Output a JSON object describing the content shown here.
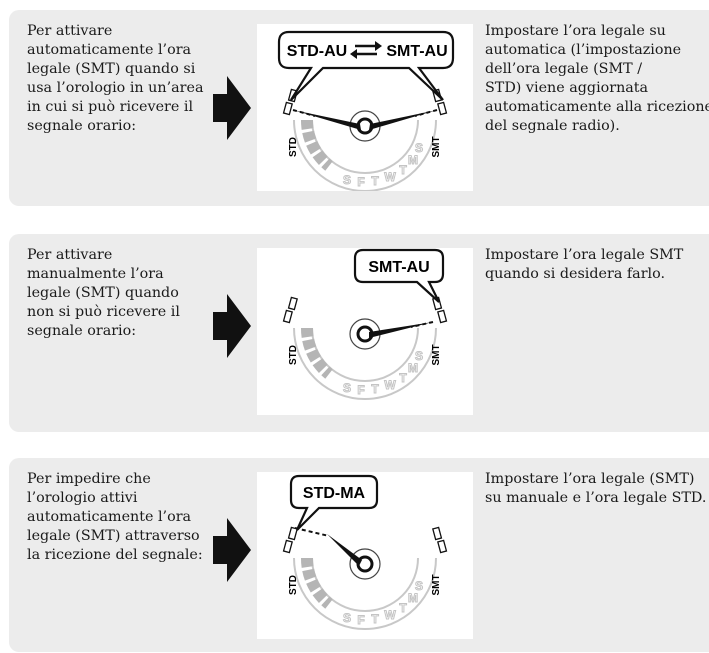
{
  "colors": {
    "panel": "#ececec",
    "figure_bg": "#ffffff",
    "ink": "#1a1a1a",
    "scale_gray": "#b5b5b5",
    "scale_light": "#dcdcdc"
  },
  "scale_letters": [
    "S",
    "F",
    "T",
    "W",
    "T",
    "M",
    "S"
  ],
  "dial_std": "STD",
  "dial_smt": "SMT",
  "sections": [
    {
      "left_text": "Per attivare\nautomaticamente l’ora\nlegale (SMT) quando si\nusa l’orologio in un’area\nin cui si può ricevere il\nsegnale orario:",
      "callout_a": "STD-AU",
      "callout_b": "SMT-AU",
      "right_text": "Impostare l’ora legale su\nautomatica (l’impostazione\ndell’ora legale (SMT /\nSTD) viene aggiornata\nautomaticamente alla ricezione\ndel segnale radio)."
    },
    {
      "left_text": "Per attivare\nmanualmente l’ora\nlegale (SMT) quando\nnon si può ricevere il\nsegnale orario:",
      "callout": "SMT-AU",
      "right_text": "Impostare l’ora legale SMT\nquando si desidera farlo."
    },
    {
      "left_text": "Per impedire che\nl’orologio attivi\nautomaticamente l’ora\nlegale (SMT) attraverso\nla ricezione del segnale:",
      "callout": "STD-MA",
      "right_text": "Impostare l’ora legale (SMT)\nsu manuale e l’ora legale STD."
    }
  ]
}
